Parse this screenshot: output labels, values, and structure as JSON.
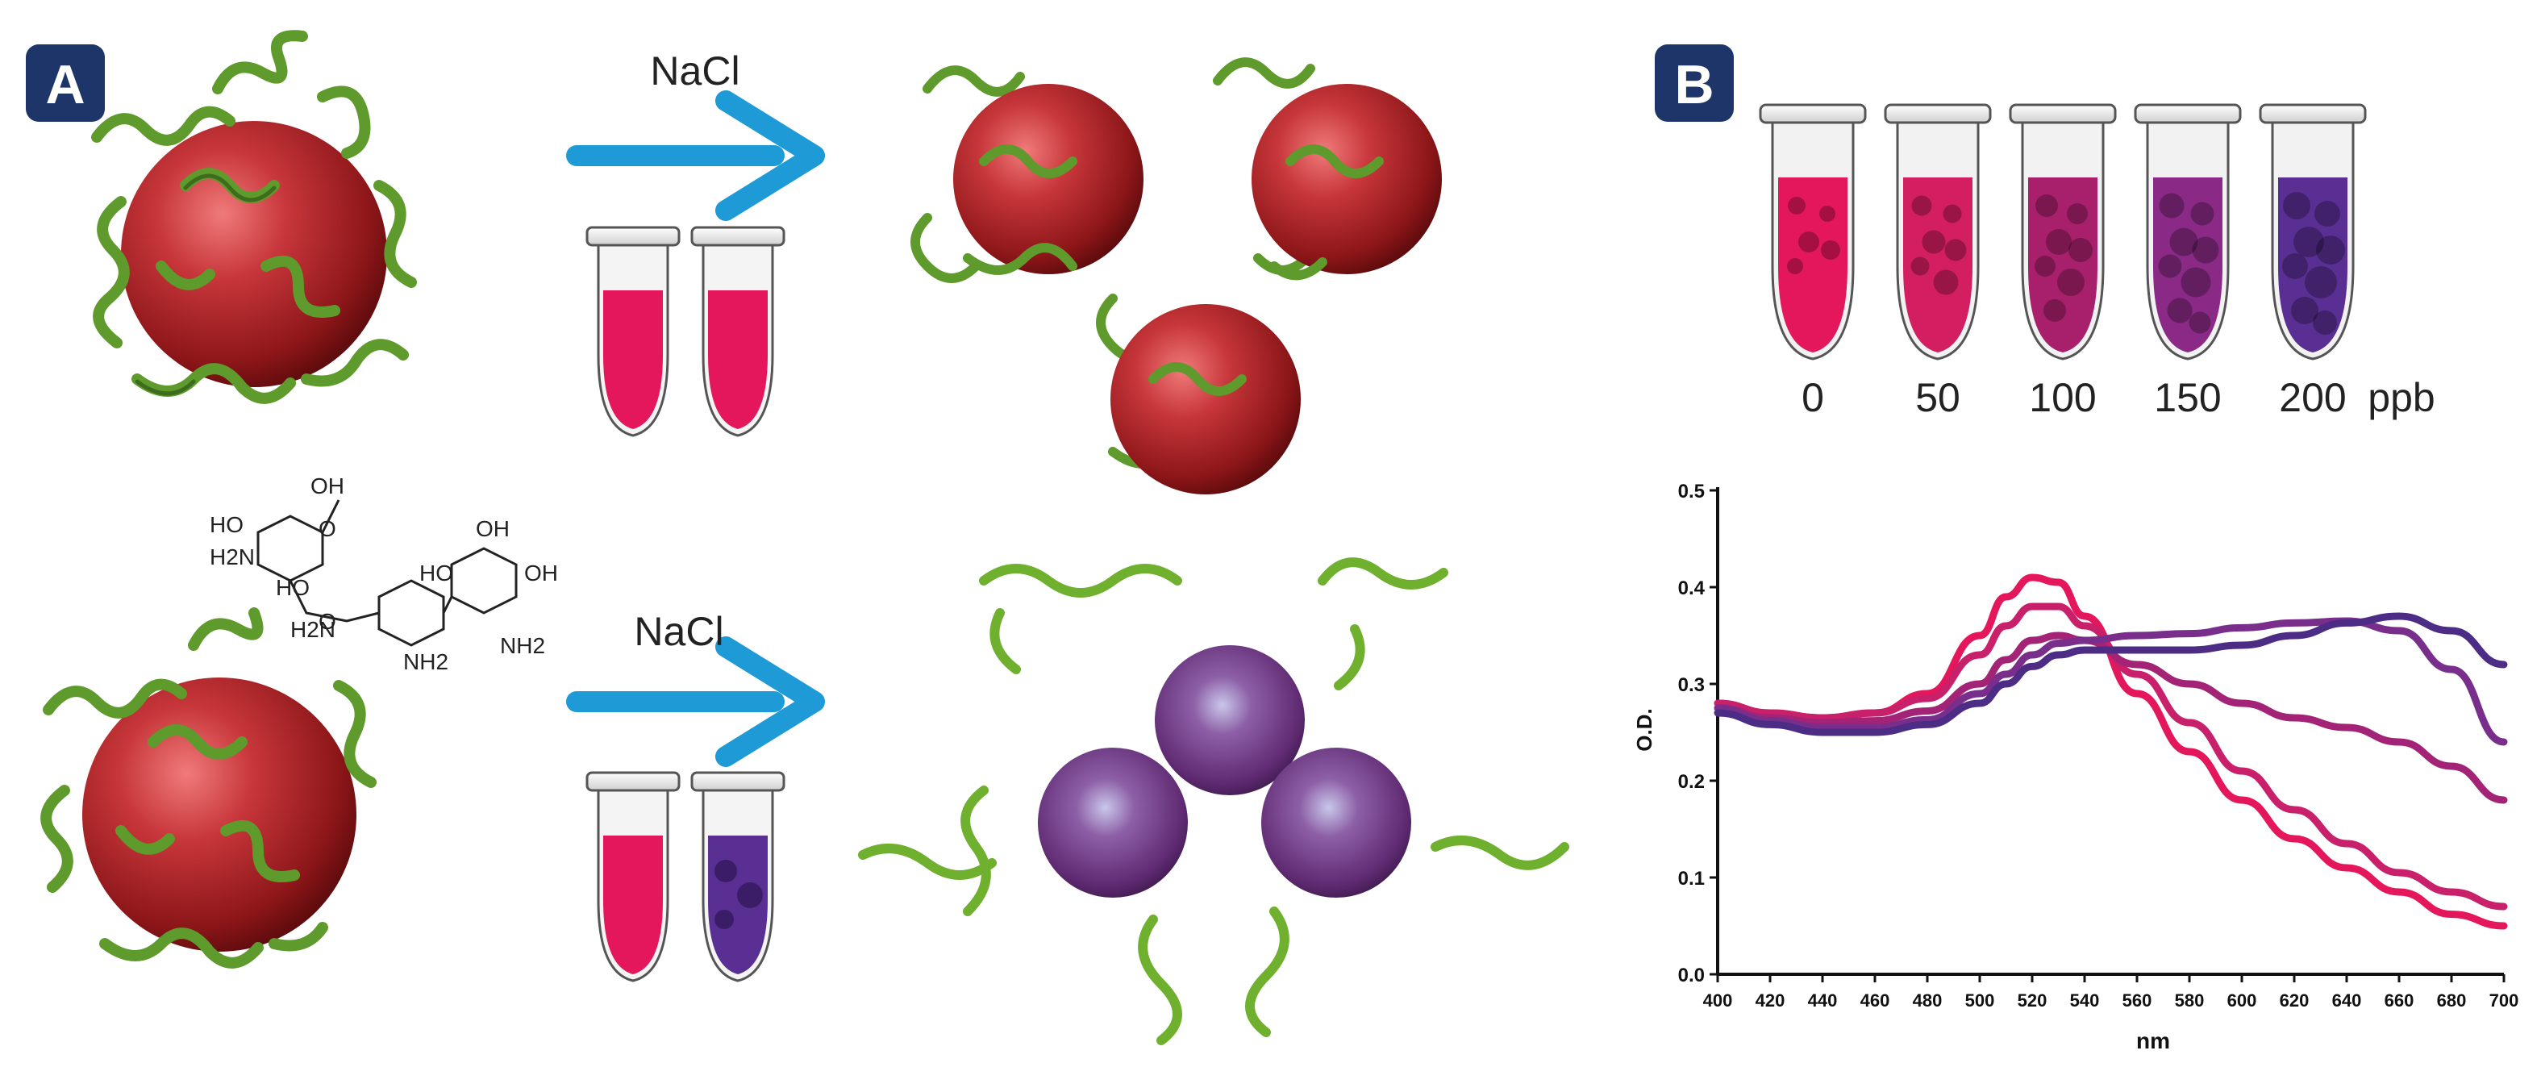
{
  "panel_a": {
    "badge": "A",
    "reagent_top": "NaCl",
    "reagent_bottom": "NaCl",
    "molecule_labels": [
      "HO",
      "OH",
      "H2N",
      "HO",
      "O",
      "O",
      "HO",
      "OH",
      "OH",
      "H2N",
      "NH2",
      "NH2"
    ]
  },
  "panel_b": {
    "badge": "B",
    "tubes": [
      {
        "label": "0",
        "color": "#e5175c"
      },
      {
        "label": "50",
        "color": "#d41e62"
      },
      {
        "label": "100",
        "color": "#a8206c"
      },
      {
        "label": "150",
        "color": "#8a2a86"
      },
      {
        "label": "200",
        "color": "#5a2f93"
      }
    ],
    "unit": "ppb"
  },
  "colors": {
    "badge": "#1d3568",
    "arrow": "#1e9ad6",
    "nanoparticle_red": "#a61e23",
    "nanoparticle_purple": "#7c3a8e",
    "ligand_green": "#5e9a2c",
    "tube_fill": "#e5175c"
  },
  "chart_data": {
    "type": "line",
    "xlabel": "nm",
    "ylabel": "O.D.",
    "xlim": [
      400,
      700
    ],
    "ylim": [
      0.0,
      0.5
    ],
    "xticks": [
      400,
      420,
      440,
      460,
      480,
      500,
      520,
      540,
      560,
      580,
      600,
      620,
      640,
      660,
      680,
      700
    ],
    "yticks": [
      0.0,
      0.1,
      0.2,
      0.3,
      0.4,
      0.5
    ],
    "x": [
      400,
      420,
      440,
      460,
      480,
      500,
      510,
      520,
      530,
      540,
      560,
      580,
      600,
      620,
      640,
      660,
      680,
      700
    ],
    "series": [
      {
        "color": "#e5175c",
        "values": [
          0.28,
          0.27,
          0.265,
          0.27,
          0.29,
          0.35,
          0.39,
          0.41,
          0.405,
          0.37,
          0.29,
          0.23,
          0.18,
          0.14,
          0.11,
          0.085,
          0.062,
          0.05
        ]
      },
      {
        "color": "#c8206a",
        "values": [
          0.28,
          0.27,
          0.265,
          0.27,
          0.285,
          0.33,
          0.36,
          0.38,
          0.38,
          0.36,
          0.31,
          0.26,
          0.21,
          0.17,
          0.135,
          0.105,
          0.085,
          0.07
        ]
      },
      {
        "color": "#a32476",
        "values": [
          0.275,
          0.265,
          0.26,
          0.262,
          0.272,
          0.3,
          0.325,
          0.345,
          0.35,
          0.345,
          0.32,
          0.3,
          0.28,
          0.265,
          0.255,
          0.24,
          0.215,
          0.18
        ]
      },
      {
        "color": "#7a2e8c",
        "values": [
          0.275,
          0.262,
          0.255,
          0.255,
          0.263,
          0.29,
          0.31,
          0.33,
          0.342,
          0.345,
          0.35,
          0.352,
          0.358,
          0.363,
          0.365,
          0.355,
          0.315,
          0.24
        ]
      },
      {
        "color": "#4d2c86",
        "values": [
          0.27,
          0.258,
          0.25,
          0.25,
          0.258,
          0.28,
          0.3,
          0.318,
          0.33,
          0.335,
          0.335,
          0.335,
          0.34,
          0.35,
          0.363,
          0.37,
          0.355,
          0.32
        ]
      }
    ]
  }
}
